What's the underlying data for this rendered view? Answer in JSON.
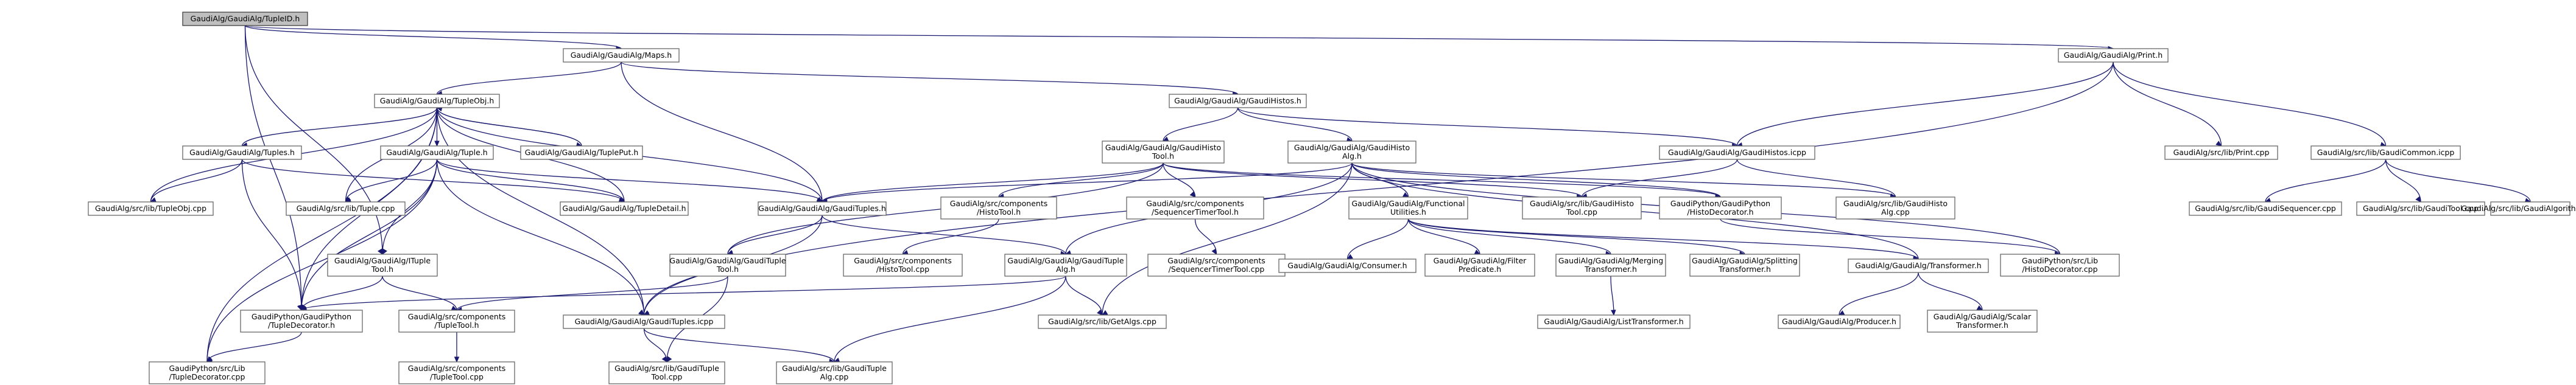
{
  "diagram": {
    "nodes": [
      {
        "id": "root",
        "lines": [
          "GaudiAlg/GaudiAlg/TupleID.h"
        ],
        "root": true
      },
      {
        "id": "maps",
        "lines": [
          "GaudiAlg/GaudiAlg/Maps.h"
        ]
      },
      {
        "id": "print",
        "lines": [
          "GaudiAlg/GaudiAlg/Print.h"
        ]
      },
      {
        "id": "tupleobj",
        "lines": [
          "GaudiAlg/GaudiAlg/TupleObj.h"
        ]
      },
      {
        "id": "gaudihistos",
        "lines": [
          "GaudiAlg/GaudiAlg/GaudiHistos.h"
        ]
      },
      {
        "id": "tuples",
        "lines": [
          "GaudiAlg/GaudiAlg/Tuples.h"
        ]
      },
      {
        "id": "tuple",
        "lines": [
          "GaudiAlg/GaudiAlg/Tuple.h"
        ]
      },
      {
        "id": "tupleput",
        "lines": [
          "GaudiAlg/GaudiAlg/TuplePut.h"
        ]
      },
      {
        "id": "gaudihistotool",
        "lines": [
          "GaudiAlg/GaudiAlg/GaudiHisto",
          "Tool.h"
        ]
      },
      {
        "id": "gaudihistoalg",
        "lines": [
          "GaudiAlg/GaudiAlg/GaudiHisto",
          "Alg.h"
        ]
      },
      {
        "id": "gaudihistosicpp",
        "lines": [
          "GaudiAlg/GaudiAlg/GaudiHistos.icpp"
        ]
      },
      {
        "id": "printcpp",
        "lines": [
          "GaudiAlg/src/lib/Print.cpp"
        ]
      },
      {
        "id": "gaudicommon",
        "lines": [
          "GaudiAlg/src/lib/GaudiCommon.icpp"
        ]
      },
      {
        "id": "tupleobjcpp",
        "lines": [
          "GaudiAlg/src/lib/TupleObj.cpp"
        ]
      },
      {
        "id": "tuplecpp",
        "lines": [
          "GaudiAlg/src/lib/Tuple.cpp"
        ]
      },
      {
        "id": "tupledetail",
        "lines": [
          "GaudiAlg/GaudiAlg/TupleDetail.h"
        ]
      },
      {
        "id": "gaudituples",
        "lines": [
          "GaudiAlg/GaudiAlg/GaudiTuples.h"
        ]
      },
      {
        "id": "histotoolh",
        "lines": [
          "GaudiAlg/src/components",
          "/HistoTool.h"
        ]
      },
      {
        "id": "seqtimertoolh",
        "lines": [
          "GaudiAlg/src/components",
          "/SequencerTimerTool.h"
        ]
      },
      {
        "id": "functional",
        "lines": [
          "GaudiAlg/GaudiAlg/Functional",
          "Utilities.h"
        ]
      },
      {
        "id": "histotoolcpp_lib",
        "lines": [
          "GaudiAlg/src/lib/GaudiHisto",
          "Tool.cpp"
        ]
      },
      {
        "id": "histodecoratorh",
        "lines": [
          "GaudiPython/GaudiPython",
          "/HistoDecorator.h"
        ]
      },
      {
        "id": "histoalgcpp",
        "lines": [
          "GaudiAlg/src/lib/GaudiHisto",
          "Alg.cpp"
        ]
      },
      {
        "id": "sequencercpp",
        "lines": [
          "GaudiAlg/src/lib/GaudiSequencer.cpp"
        ]
      },
      {
        "id": "gauditoolcpp",
        "lines": [
          "GaudiAlg/src/lib/GaudiTool.cpp"
        ]
      },
      {
        "id": "gaudialgorithmcpp",
        "lines": [
          "GaudiAlg/src/lib/GaudiAlgorithm.cpp"
        ]
      },
      {
        "id": "tupletoolh",
        "lines": [
          "GaudiAlg/GaudiAlg/ITuple",
          "Tool.h"
        ]
      },
      {
        "id": "gaudituptool",
        "lines": [
          "GaudiAlg/GaudiAlg/GaudiTuple",
          "Tool.h"
        ]
      },
      {
        "id": "histotoolcpp_comp",
        "lines": [
          "GaudiAlg/src/components",
          "/HistoTool.cpp"
        ]
      },
      {
        "id": "gaudituplealg",
        "lines": [
          "GaudiAlg/GaudiAlg/GaudiTuple",
          "Alg.h"
        ]
      },
      {
        "id": "seqtimertoolcpp",
        "lines": [
          "GaudiAlg/src/components",
          "/SequencerTimerTool.cpp"
        ]
      },
      {
        "id": "consumer",
        "lines": [
          "GaudiAlg/GaudiAlg/Consumer.h"
        ]
      },
      {
        "id": "filterpred",
        "lines": [
          "GaudiAlg/GaudiAlg/Filter",
          "Predicate.h"
        ]
      },
      {
        "id": "merging",
        "lines": [
          "GaudiAlg/GaudiAlg/Merging",
          "Transformer.h"
        ]
      },
      {
        "id": "splitting",
        "lines": [
          "GaudiAlg/GaudiAlg/Splitting",
          "Transformer.h"
        ]
      },
      {
        "id": "transformer",
        "lines": [
          "GaudiAlg/GaudiAlg/Transformer.h"
        ]
      },
      {
        "id": "histodecoratorcpp",
        "lines": [
          "GaudiPython/src/Lib",
          "/HistoDecorator.cpp"
        ]
      },
      {
        "id": "tupledecoratorh",
        "lines": [
          "GaudiPython/GaudiPython",
          "/TupleDecorator.h"
        ]
      },
      {
        "id": "tupletoolh_comp",
        "lines": [
          "GaudiAlg/src/components",
          "/TupleTool.h"
        ]
      },
      {
        "id": "gaudituplesicpp",
        "lines": [
          "GaudiAlg/GaudiAlg/GaudiTuples.icpp"
        ]
      },
      {
        "id": "getalgscpp",
        "lines": [
          "GaudiAlg/src/lib/GetAlgs.cpp"
        ]
      },
      {
        "id": "listtransformer",
        "lines": [
          "GaudiAlg/GaudiAlg/ListTransformer.h"
        ]
      },
      {
        "id": "producer",
        "lines": [
          "GaudiAlg/GaudiAlg/Producer.h"
        ]
      },
      {
        "id": "scalartransformer",
        "lines": [
          "GaudiAlg/GaudiAlg/Scalar",
          "Transformer.h"
        ]
      },
      {
        "id": "tupledecoratorcpp",
        "lines": [
          "GaudiPython/src/Lib",
          "/TupleDecorator.cpp"
        ]
      },
      {
        "id": "tupletoolcpp_comp",
        "lines": [
          "GaudiAlg/src/components",
          "/TupleTool.cpp"
        ]
      },
      {
        "id": "gaudituptoolcpp",
        "lines": [
          "GaudiAlg/src/lib/GaudiTuple",
          "Tool.cpp"
        ]
      },
      {
        "id": "gauditupalgcpp",
        "lines": [
          "GaudiAlg/src/lib/GaudiTuple",
          "Alg.cpp"
        ]
      }
    ],
    "edges": [
      [
        "root",
        "maps"
      ],
      [
        "root",
        "print"
      ],
      [
        "root",
        "tupletoolh"
      ],
      [
        "root",
        "tupledecoratorh"
      ],
      [
        "maps",
        "tupleobj"
      ],
      [
        "maps",
        "gaudihistos"
      ],
      [
        "maps",
        "gaudituples"
      ],
      [
        "print",
        "gaudihistosicpp"
      ],
      [
        "print",
        "printcpp"
      ],
      [
        "print",
        "gaudicommon"
      ],
      [
        "print",
        "gaudituplesicpp"
      ],
      [
        "tupleobj",
        "tuples"
      ],
      [
        "tupleobj",
        "tuple"
      ],
      [
        "tupleobj",
        "tupleput"
      ],
      [
        "tupleobj",
        "tupleobjcpp"
      ],
      [
        "tupleobj",
        "tuplecpp"
      ],
      [
        "tupleobj",
        "tupledetail"
      ],
      [
        "tupleobj",
        "gaudituples"
      ],
      [
        "tupleobj",
        "tupledecoratorh"
      ],
      [
        "tupleobj",
        "gaudituplesicpp"
      ],
      [
        "tupleobj",
        "tupledecoratorcpp"
      ],
      [
        "gaudihistos",
        "gaudihistotool"
      ],
      [
        "gaudihistos",
        "gaudihistoalg"
      ],
      [
        "gaudihistos",
        "gaudihistosicpp"
      ],
      [
        "tuples",
        "tupleobjcpp"
      ],
      [
        "tuples",
        "tupledetail"
      ],
      [
        "tuples",
        "tupledecoratorh"
      ],
      [
        "tuple",
        "tuplecpp"
      ],
      [
        "tuple",
        "tupledetail"
      ],
      [
        "tuple",
        "gaudituples"
      ],
      [
        "tuple",
        "tupletoolh"
      ],
      [
        "tuple",
        "tupledecoratorh"
      ],
      [
        "tuple",
        "gaudituplesicpp"
      ],
      [
        "tuple",
        "tupledecoratorcpp"
      ],
      [
        "tupleput",
        "tupleobj"
      ],
      [
        "gaudihistotool",
        "gaudituples"
      ],
      [
        "gaudihistotool",
        "histotoolh"
      ],
      [
        "gaudihistotool",
        "seqtimertoolh"
      ],
      [
        "gaudihistotool",
        "histotoolcpp_lib"
      ],
      [
        "gaudihistotool",
        "histodecoratorh"
      ],
      [
        "gaudihistotool",
        "gaudituptool"
      ],
      [
        "gaudihistoalg",
        "gaudituples"
      ],
      [
        "gaudihistoalg",
        "functional"
      ],
      [
        "gaudihistoalg",
        "histodecoratorh"
      ],
      [
        "gaudihistoalg",
        "histoalgcpp"
      ],
      [
        "gaudihistoalg",
        "gaudituplealg"
      ],
      [
        "gaudihistoalg",
        "getalgscpp"
      ],
      [
        "gaudihistoalg",
        "histodecoratorcpp"
      ],
      [
        "gaudihistoalg",
        "transformer"
      ],
      [
        "gaudihistosicpp",
        "histotoolcpp_lib"
      ],
      [
        "gaudihistosicpp",
        "histoalgcpp"
      ],
      [
        "gaudicommon",
        "sequencercpp"
      ],
      [
        "gaudicommon",
        "gauditoolcpp"
      ],
      [
        "gaudicommon",
        "gaudialgorithmcpp"
      ],
      [
        "gaudituples",
        "gaudituptool"
      ],
      [
        "gaudituples",
        "gaudituplealg"
      ],
      [
        "gaudituples",
        "gaudituplesicpp"
      ],
      [
        "histotoolh",
        "histotoolcpp_comp"
      ],
      [
        "seqtimertoolh",
        "seqtimertoolcpp"
      ],
      [
        "functional",
        "consumer"
      ],
      [
        "functional",
        "filterpred"
      ],
      [
        "functional",
        "merging"
      ],
      [
        "functional",
        "splitting"
      ],
      [
        "functional",
        "transformer"
      ],
      [
        "histodecoratorh",
        "histodecoratorcpp"
      ],
      [
        "tupletoolh",
        "tupledecoratorh"
      ],
      [
        "tupletoolh",
        "tupletoolh_comp"
      ],
      [
        "gaudituptool",
        "tupletoolh_comp"
      ],
      [
        "gaudituptool",
        "gaudituptoolcpp"
      ],
      [
        "gaudituplealg",
        "tupledecoratorh"
      ],
      [
        "gaudituplealg",
        "getalgscpp"
      ],
      [
        "gaudituplealg",
        "gauditupalgcpp"
      ],
      [
        "merging",
        "listtransformer"
      ],
      [
        "transformer",
        "producer"
      ],
      [
        "transformer",
        "scalartransformer"
      ],
      [
        "tupledecoratorh",
        "tupledecoratorcpp"
      ],
      [
        "tupletoolh_comp",
        "tupletoolcpp_comp"
      ],
      [
        "gaudituplesicpp",
        "gaudituptoolcpp"
      ],
      [
        "gaudituplesicpp",
        "gauditupalgcpp"
      ]
    ]
  }
}
